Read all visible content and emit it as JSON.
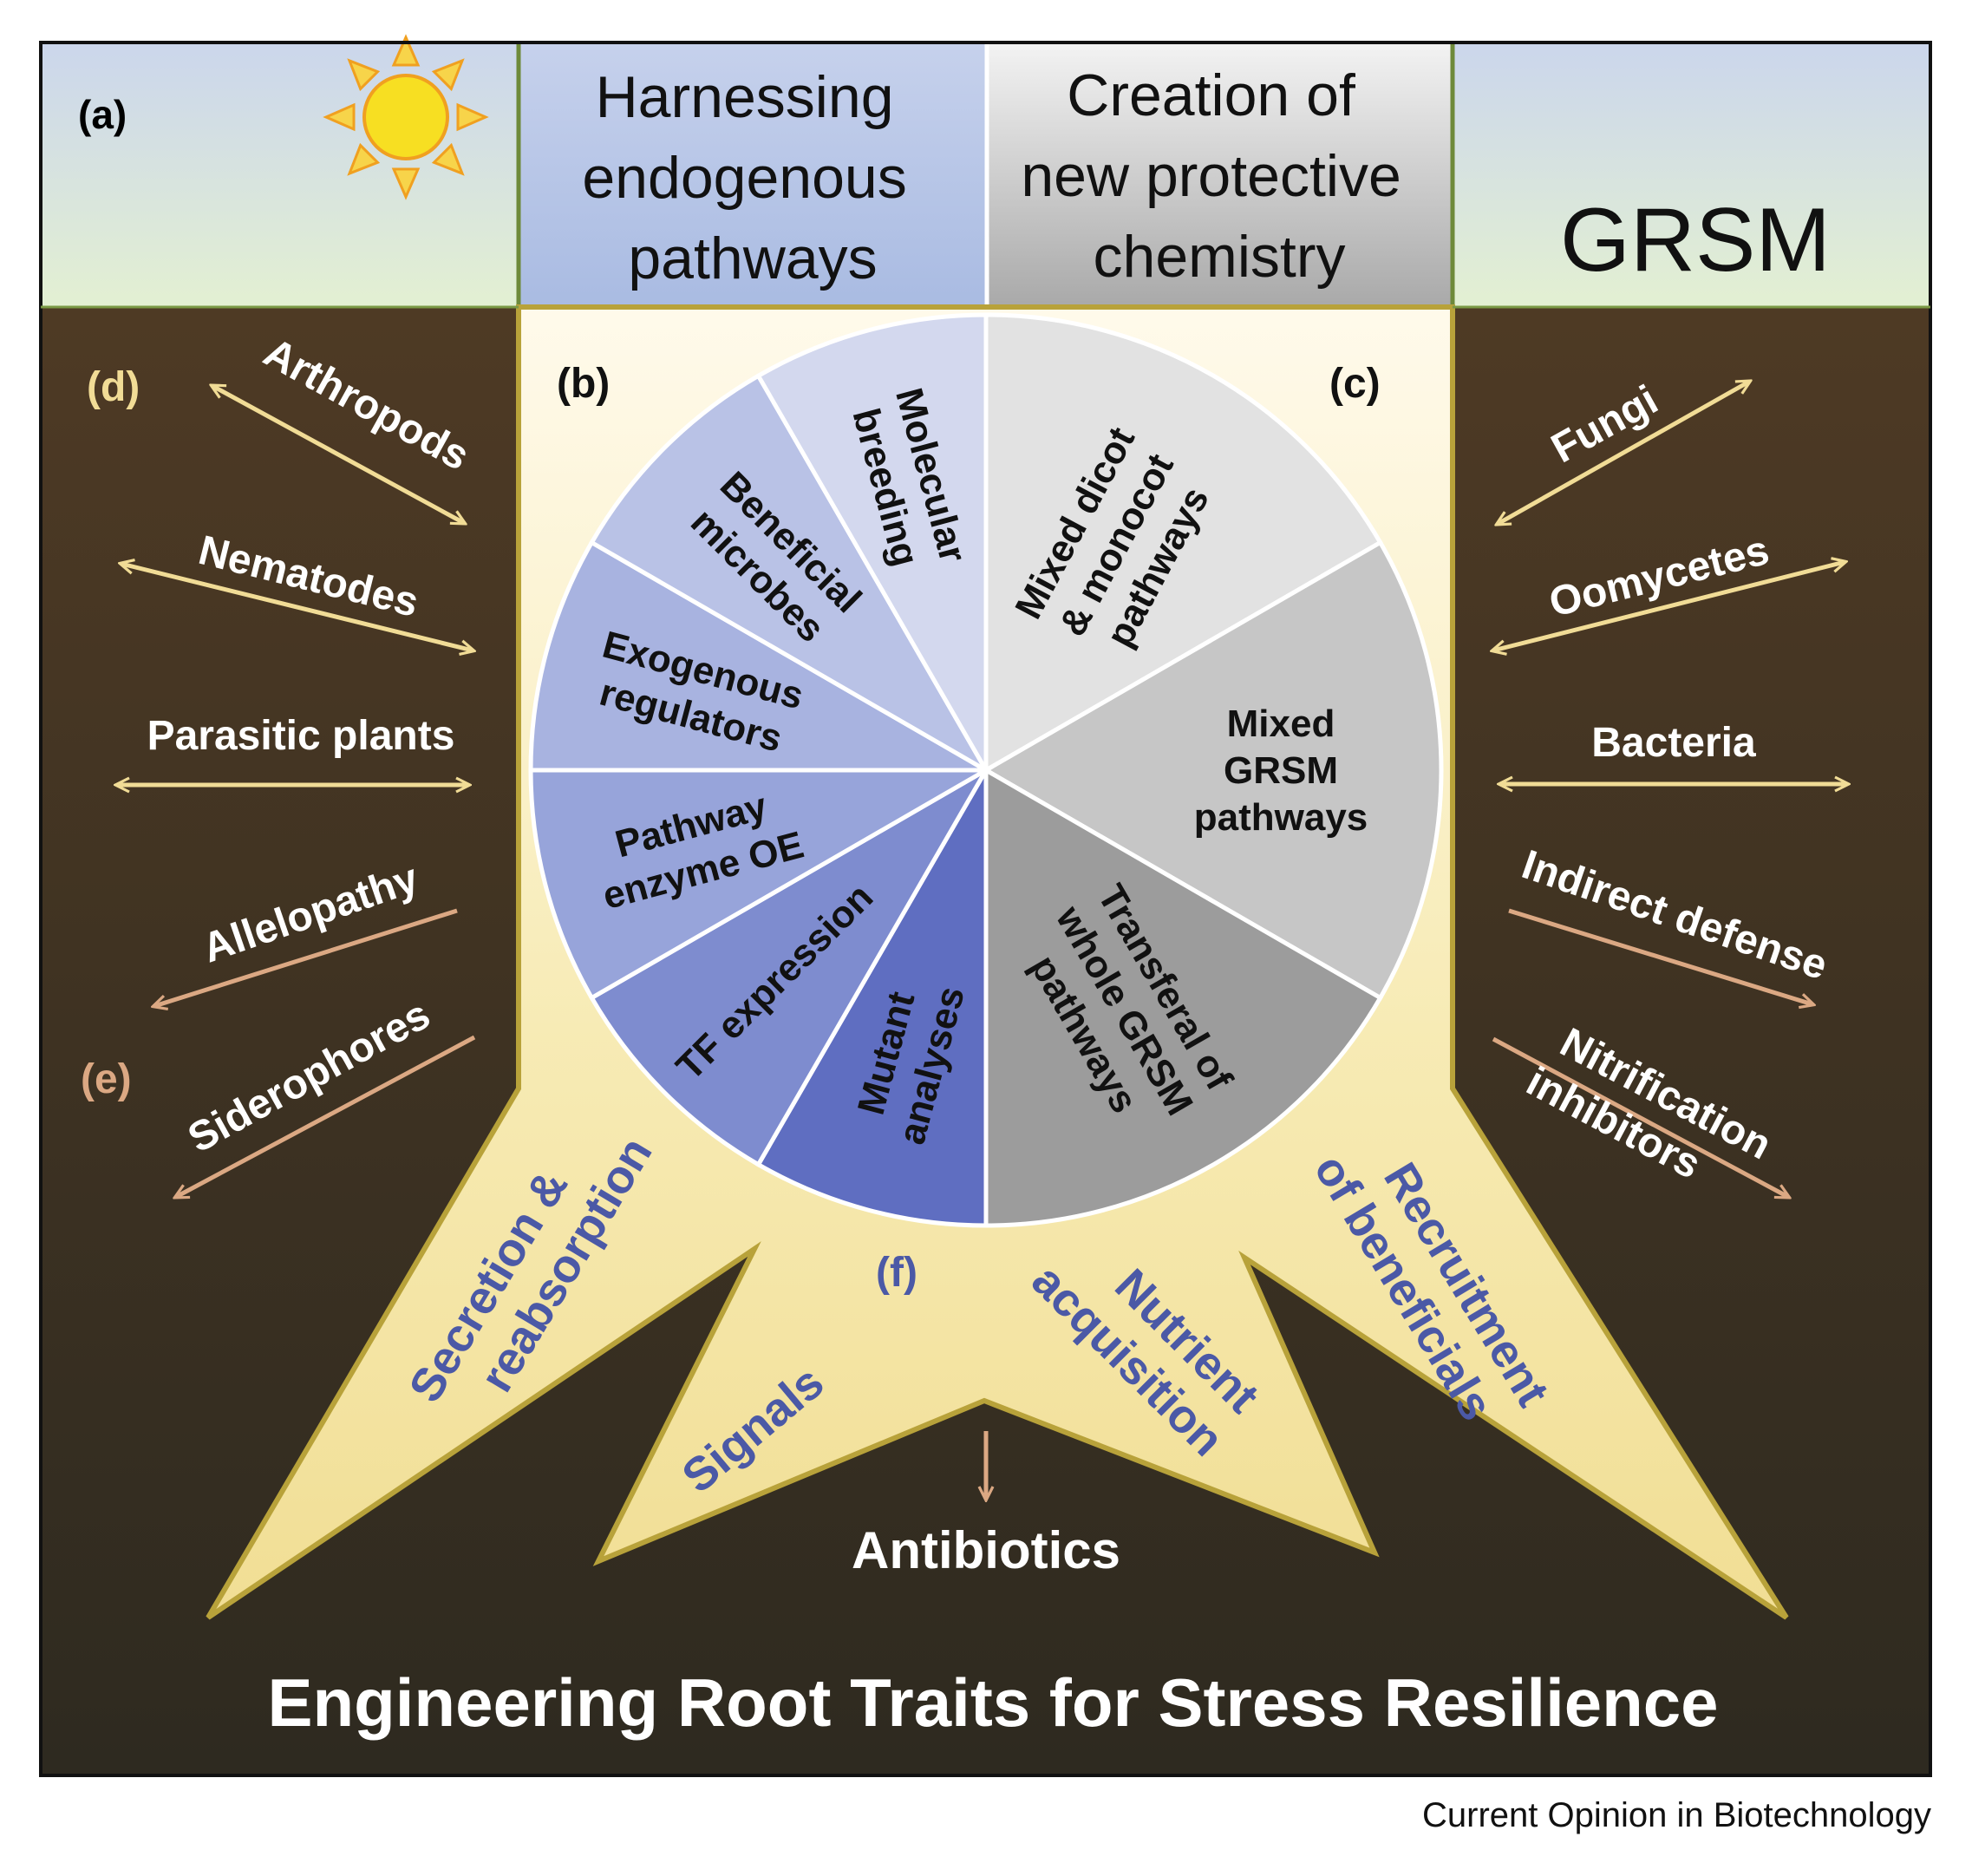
{
  "header": {
    "label_a": "(a)",
    "col_harness": [
      "Harnessing",
      "endogenous",
      "pathways"
    ],
    "col_creation": [
      "Creation of",
      "new protective",
      "chemistry"
    ],
    "col_grsm": "GRSM"
  },
  "labels": {
    "b": "(b)",
    "c": "(c)",
    "d": "(d)",
    "e": "(e)",
    "f": "(f)"
  },
  "pie_left": [
    {
      "lines": [
        "Molecular",
        "breeding"
      ],
      "color": "#d3d8ee"
    },
    {
      "lines": [
        "Beneficial",
        "microbes"
      ],
      "color": "#b9c2e6"
    },
    {
      "lines": [
        "Exogenous",
        "regulators"
      ],
      "color": "#a8b3e0"
    },
    {
      "lines": [
        "Pathway",
        "enzyme OE"
      ],
      "color": "#97a4da"
    },
    {
      "lines": [
        "TF expression"
      ],
      "color": "#7e8ccf"
    },
    {
      "lines": [
        "Mutant",
        "analyses"
      ],
      "color": "#5f6ec1"
    }
  ],
  "pie_right": [
    {
      "lines": [
        "Mixed dicot",
        "& monocot",
        "pathways"
      ],
      "color": "#e2e2e2"
    },
    {
      "lines": [
        "Mixed",
        "GRSM",
        "pathways"
      ],
      "color": "#c6c6c6"
    },
    {
      "lines": [
        "Transferal of",
        "whole GRSM",
        "pathways"
      ],
      "color": "#9c9c9c"
    }
  ],
  "left_interactions": [
    "Arthropods",
    "Nematodes",
    "Parasitic plants",
    "Allelopathy",
    "Siderophores"
  ],
  "right_interactions": [
    "Fungi",
    "Oomycetes",
    "Bacteria",
    "Indirect defense",
    "Nitrification inhibitors"
  ],
  "root_functions": [
    "Secretion &",
    "reabsorption",
    "Signals",
    "Nutrient",
    "acquisition",
    "Recruitment",
    "of beneficials"
  ],
  "antibiotics": "Antibiotics",
  "main_title": "Engineering Root Traits for Stress Resilience",
  "footer": "Current Opinion in Biotechnology",
  "colors": {
    "soil": "#3d2e1e",
    "root": "#f5e8a6",
    "root_edge": "#b8a23a",
    "pale_arrow": "#f1dc96",
    "tan_arrow": "#dba883",
    "blue_text": "#4b59a6",
    "sky": "#cfd8ec",
    "grass": "#e2efd3"
  }
}
